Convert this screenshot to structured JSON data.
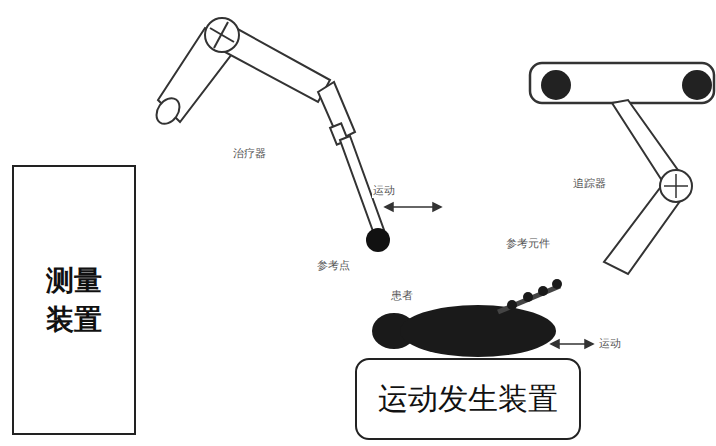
{
  "diagram": {
    "nodes": [
      {
        "text": [
          "测量装置"
        ]
      },
      {
        "text": [
          "运动发生装置"
        ]
      }
    ],
    "labels": [
      "治疗器",
      "运动",
      "参考点",
      "追踪器",
      "参考元件",
      "患者",
      "运动"
    ]
  }
}
